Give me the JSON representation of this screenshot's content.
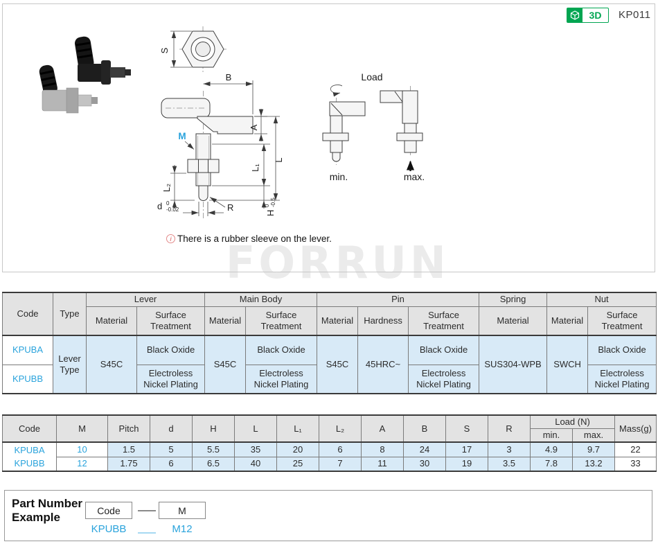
{
  "badge": {
    "label_3d": "3D",
    "part_code": "KP011"
  },
  "drawing": {
    "watermark": "FORRUN",
    "note": {
      "icon": "i",
      "text": "There is a rubber sleeve on the lever."
    },
    "load": {
      "title": "Load",
      "min": "min.",
      "max": "max."
    },
    "dims": {
      "s": "S",
      "b": "B",
      "a": "A",
      "l": "L",
      "l1": "L₁",
      "l2": "L₂",
      "m": "M",
      "r": "R",
      "d": "d",
      "d_tol_top": "0",
      "d_tol_bottom": "-0.02",
      "h": "H",
      "h_tol_top": "0",
      "h_tol_bottom": "-0.5"
    }
  },
  "spec_table": {
    "header": {
      "code": "Code",
      "type": "Type",
      "lever": "Lever",
      "main_body": "Main Body",
      "pin": "Pin",
      "spring": "Spring",
      "nut": "Nut",
      "material": "Material",
      "surface": "Surface Treatment",
      "hardness": "Hardness"
    },
    "rows": {
      "code_a": "KPUBA",
      "code_b": "KPUBB",
      "type": "Lever Type",
      "lever_mat": "S45C",
      "lever_surf_a": "Black Oxide",
      "lever_surf_b": "Electroless Nickel Plating",
      "body_mat": "S45C",
      "body_surf_a": "Black Oxide",
      "body_surf_b": "Electroless Nickel Plating",
      "pin_mat": "S45C",
      "pin_hard": "45HRC~",
      "pin_surf_a": "Black Oxide",
      "pin_surf_b": "Electroless Nickel Plating",
      "spring_mat": "SUS304-WPB",
      "nut_mat": "SWCH",
      "nut_surf_a": "Black Oxide",
      "nut_surf_b": "Electroless Nickel Plating"
    }
  },
  "dim_table": {
    "header": {
      "code": "Code",
      "m": "M",
      "pitch": "Pitch",
      "d": "d",
      "h": "H",
      "l": "L",
      "l1": "L₁",
      "l2": "L₂",
      "a": "A",
      "b": "B",
      "s": "S",
      "r": "R",
      "load": "Load (N)",
      "min": "min.",
      "max": "max.",
      "mass": "Mass(g)"
    },
    "code_a": "KPUBA",
    "code_b": "KPUBB",
    "row1": {
      "m": "10",
      "pitch": "1.5",
      "d": "5",
      "h": "5.5",
      "l": "35",
      "l1": "20",
      "l2": "6",
      "a": "8",
      "b": "24",
      "s": "17",
      "r": "3",
      "load_min": "4.9",
      "load_max": "9.7",
      "mass": "22"
    },
    "row2": {
      "m": "12",
      "pitch": "1.75",
      "d": "6",
      "h": "6.5",
      "l": "40",
      "l1": "25",
      "l2": "7",
      "a": "11",
      "b": "30",
      "s": "19",
      "r": "3.5",
      "load_min": "7.8",
      "load_max": "13.2",
      "mass": "33"
    }
  },
  "part_example": {
    "title": "Part Number Example",
    "box_code": "Code",
    "box_m": "M",
    "example_code": "KPUBB",
    "example_m": "M12"
  },
  "colors": {
    "accent_blue": "#2aa3dc",
    "green": "#00a551",
    "cell_blue": "#d8eaf7",
    "header_gray": "#e3e3e3"
  }
}
